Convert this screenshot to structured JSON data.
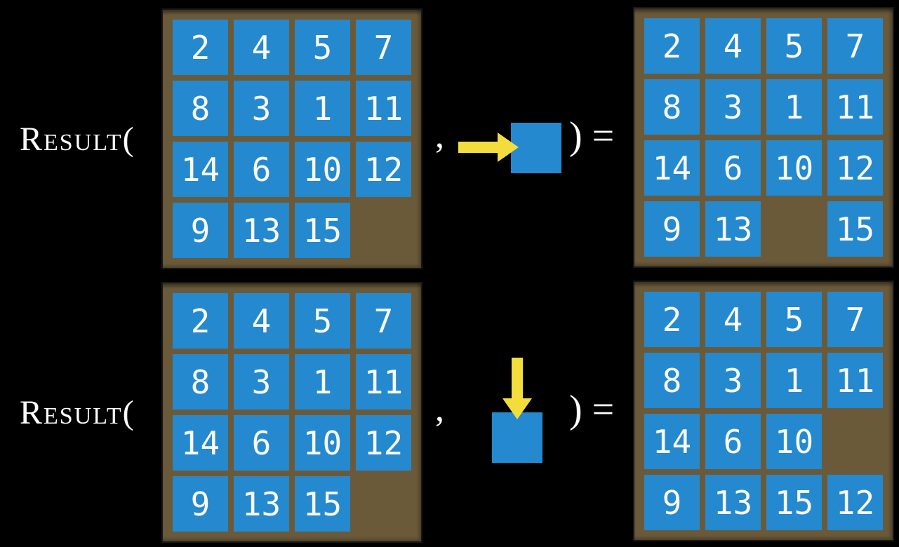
{
  "figure": {
    "description": "RESULT function applied to sliding 15-puzzle states",
    "function_name": "Result(",
    "comma": ",",
    "close_paren_equals": ") =",
    "colors": {
      "background": "#000000",
      "frame_brown": "#6a5a3a",
      "tile_blue": "#2489cf",
      "arrow_yellow": "#f2dd3c",
      "text_white": "#ffffff"
    }
  },
  "grids": {
    "initial_top": {
      "cells": [
        [
          2,
          4,
          5,
          7
        ],
        [
          8,
          3,
          1,
          11
        ],
        [
          14,
          6,
          10,
          12
        ],
        [
          9,
          13,
          15,
          null
        ]
      ]
    },
    "result_top": {
      "cells": [
        [
          2,
          4,
          5,
          7
        ],
        [
          8,
          3,
          1,
          11
        ],
        [
          14,
          6,
          10,
          12
        ],
        [
          9,
          13,
          null,
          15
        ]
      ]
    },
    "initial_bottom": {
      "cells": [
        [
          2,
          4,
          5,
          7
        ],
        [
          8,
          3,
          1,
          11
        ],
        [
          14,
          6,
          10,
          12
        ],
        [
          9,
          13,
          15,
          null
        ]
      ]
    },
    "result_bottom": {
      "cells": [
        [
          2,
          4,
          5,
          7
        ],
        [
          8,
          3,
          1,
          11
        ],
        [
          14,
          6,
          10,
          null
        ],
        [
          9,
          13,
          15,
          12
        ]
      ]
    }
  },
  "actions": {
    "top": {
      "move_direction": "right",
      "icon": "right-arrow-into-tile"
    },
    "bottom": {
      "move_direction": "down",
      "icon": "down-arrow-onto-tile"
    }
  }
}
